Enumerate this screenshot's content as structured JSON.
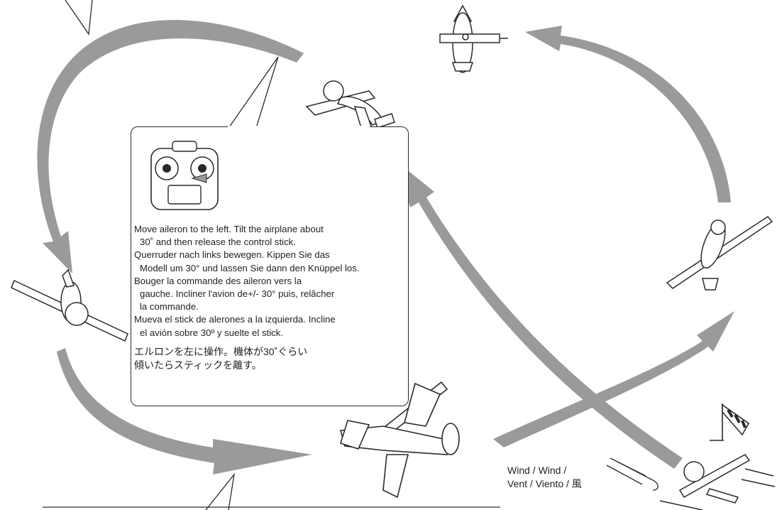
{
  "instructions": {
    "en": "Move aileron to the left. Tilt the airplane about",
    "en2": "30˚ and then release the control stick.",
    "de": "Querruder nach links bewegen. Kippen Sie das",
    "de2": "Modell um 30° und lassen Sie dann den Knüppel los.",
    "fr": "Bouger la commande des aileron vers la",
    "fr2": "gauche. Incliner l'avion de+/- 30° puis, relâcher",
    "fr3": "la commande.",
    "es": "Mueva el stick de alerones a la izquierda. Incline",
    "es2": "el avión sobre 30º y suelte el stick.",
    "ja": "エルロンを左に操作。機体が30˚ぐらい",
    "ja2": "傾いたらスティックを離す。"
  },
  "wind": {
    "line1": "Wind / Wind /",
    "line2": "Vent / Viento / 風"
  },
  "colors": {
    "arrow": "#9a9a9a",
    "line": "#2a2a2a"
  }
}
